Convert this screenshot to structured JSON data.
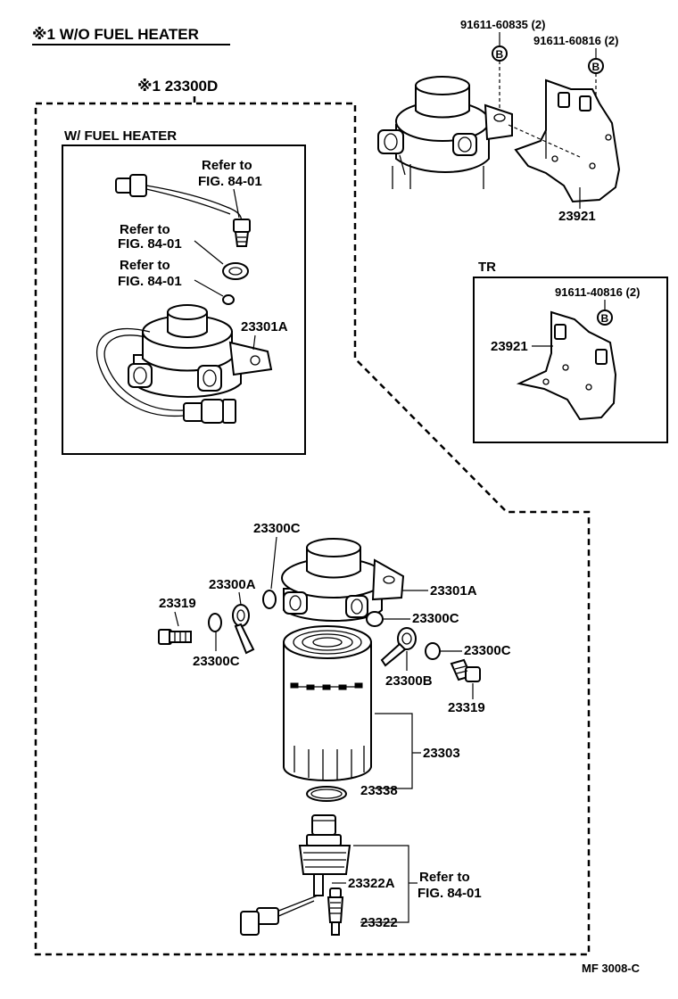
{
  "note_symbol": "※1",
  "header": {
    "variant_note": "※1 W/O FUEL HEATER"
  },
  "assembly_label": "※1 23300D",
  "fuel_heater_box": {
    "title": "W/ FUEL HEATER",
    "refer_line1": "Refer to",
    "refer_line2": "FIG. 84-01",
    "part_housing": "23301A"
  },
  "top_right": {
    "bolt_a": "91611-60835 (2)",
    "bolt_b": "91611-60816 (2)",
    "bracket": "23921",
    "mark_letter": "B"
  },
  "tr_box": {
    "title": "TR",
    "bolt": "91611-40816 (2)",
    "bracket": "23921",
    "mark_letter": "B"
  },
  "main_parts": {
    "gasket_top": "23300C",
    "housing": "23301A",
    "union_left": "23300A",
    "bolt_left": "23319",
    "gasket_left": "23300C",
    "gasket_right_inner": "23300C",
    "gasket_right_outer": "23300C",
    "union_right": "23300B",
    "bolt_right": "23319",
    "filter": "23303",
    "o_ring": "23338",
    "sensor_plug": "23322A",
    "sensor": "23322",
    "refer_line1": "Refer to",
    "refer_line2": "FIG. 84-01"
  },
  "footer": {
    "code": "MF 3008-C"
  }
}
